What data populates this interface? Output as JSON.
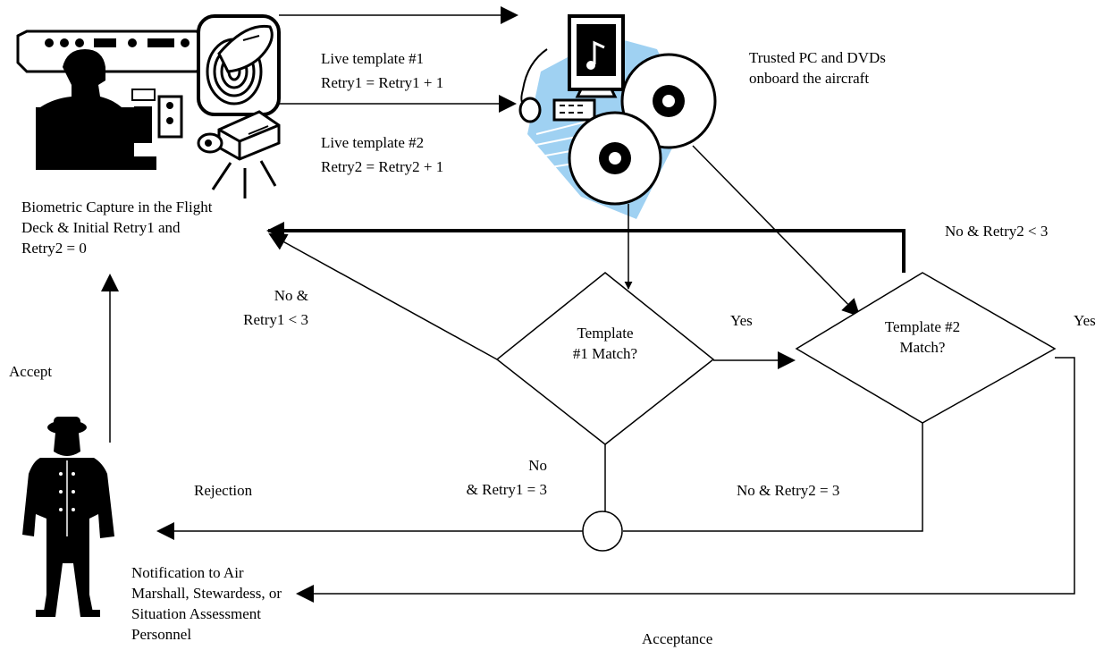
{
  "labels": {
    "capture": [
      "Biometric Capture in the Flight",
      [
        "Deck",
        "&",
        "Initial",
        "Retry1",
        "and"
      ],
      "Retry2 = 0"
    ],
    "live1": [
      "Live template #1",
      "Retry1 = Retry1 + 1"
    ],
    "live2": [
      "Live template #2",
      "Retry2 = Retry2 + 1"
    ],
    "trusted": [
      "Trusted PC and DVDs",
      "onboard the aircraft"
    ],
    "no_retry2_lt3": "No & Retry2 < 3",
    "no_retry1_lt3": [
      "No &",
      "Retry1 < 3"
    ],
    "template1": [
      "Template",
      "#1 Match?"
    ],
    "template2": [
      "Template #2",
      "Match?"
    ],
    "yes_1": "Yes",
    "yes_2": "Yes",
    "accept": "Accept",
    "rejection": "Rejection",
    "no_retry1_eq3": [
      "No",
      "& Retry1 = 3"
    ],
    "no_retry2_eq3": "No & Retry2 = 3",
    "notification": [
      "Notification to Air",
      "Marshall, Stewardess, or",
      "Situation Assessment",
      "Personnel"
    ],
    "acceptance": "Acceptance"
  },
  "colors": {
    "line": "#000000",
    "dvd_accent": "#8ec9f0"
  },
  "icons": [
    "pilot-cockpit-icon",
    "fingerprint-scanner-icon",
    "camera-icon",
    "computer-dvd-icon",
    "officer-icon"
  ]
}
